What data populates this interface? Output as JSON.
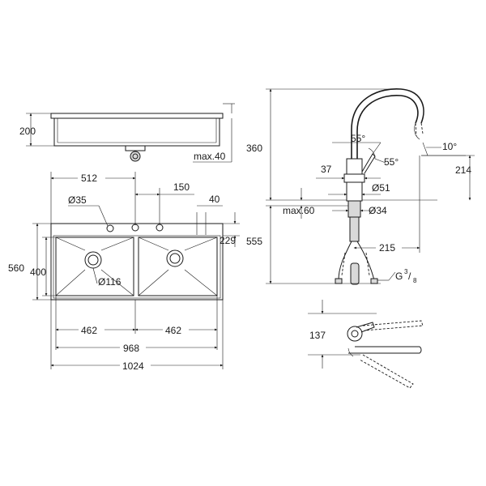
{
  "sink_side": {
    "height": "200",
    "max_depth": "max.40"
  },
  "sink_top": {
    "dim_512": "512",
    "dim_150": "150",
    "dim_40": "40",
    "hole_diameter": "Ø35",
    "dim_229": "229",
    "dim_560": "560",
    "dim_400": "400",
    "drain_diameter": "Ø116",
    "bowl_left": "462",
    "bowl_right": "462",
    "inner_width": "968",
    "total_width": "1024"
  },
  "faucet": {
    "height_above": "360",
    "angle_top": "55°",
    "angle_side": "55°",
    "spout_angle": "10°",
    "dim_37": "37",
    "reach_height": "214",
    "body_diameter": "Ø51",
    "max_deck": "max.60",
    "shank_diameter": "Ø34",
    "height_below": "555",
    "reach": "215",
    "thread_prefix": "G",
    "thread_num": "3",
    "thread_den": "8"
  },
  "faucet_plan": {
    "dim_137": "137"
  }
}
